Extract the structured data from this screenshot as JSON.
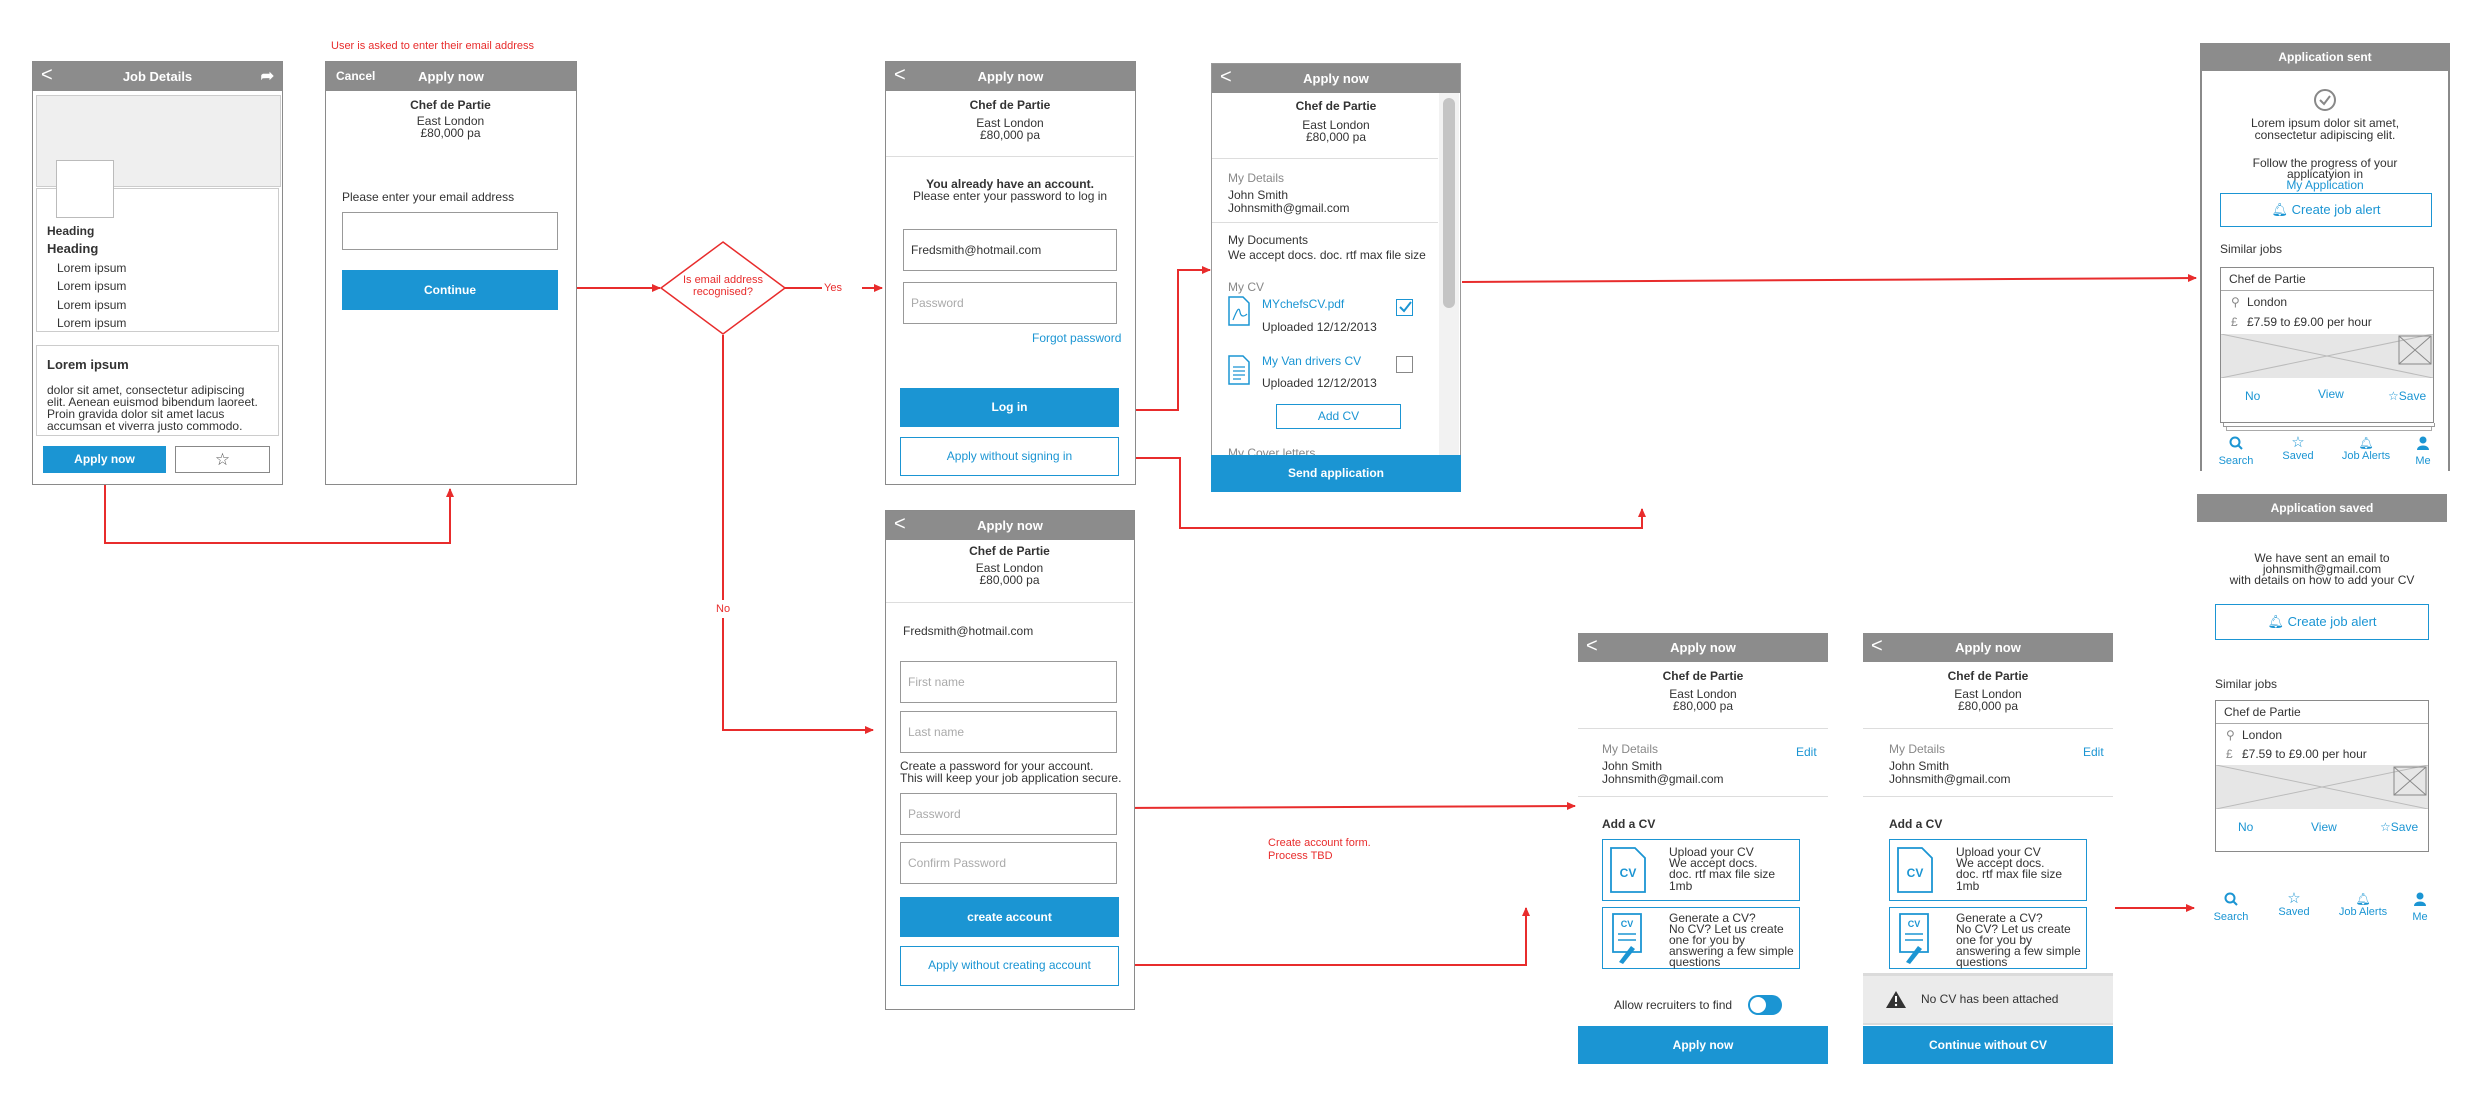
{
  "annotations": {
    "email_prompt": "User is asked to enter their email address",
    "decision": "Is email address recognised?",
    "yes": "Yes",
    "no": "No",
    "create_account_note_1": "Create account form.",
    "create_account_note_2": "Process TBD"
  },
  "job": {
    "title": "Chef de Partie",
    "location": "East London",
    "salary": "£80,000 pa"
  },
  "s1": {
    "header": "Job Details",
    "heading1": "Heading",
    "heading2": "Heading",
    "lorem_items": [
      "Lorem ipsum",
      "Lorem ipsum",
      "Lorem ipsum",
      "Lorem ipsum"
    ],
    "lorem_title": "Lorem ipsum",
    "lorem_body": [
      "dolor sit amet, consectetur adipiscing",
      "elit. Aenean euismod bibendum laoreet.",
      "Proin gravida dolor sit amet lacus",
      "accumsan et viverra justo commodo."
    ],
    "apply": "Apply now"
  },
  "s2": {
    "cancel": "Cancel",
    "header": "Apply now",
    "prompt": "Please enter your email address",
    "continue": "Continue"
  },
  "s3": {
    "header": "Apply now",
    "notice_bold": "You already have an account.",
    "notice": "Please enter your password to log in",
    "email_value": "Fredsmith@hotmail.com",
    "password_ph": "Password",
    "forgot": "Forgot password",
    "login": "Log in",
    "apply_without": "Apply without signing in"
  },
  "s4": {
    "header": "Apply now",
    "my_details": "My Details",
    "name": "John Smith",
    "email": "Johnsmith@gmail.com",
    "my_documents": "My Documents",
    "doc_types": "We accept docs. doc. rtf max file size",
    "my_cv": "My CV",
    "cv1_name": "MYchefsCV.pdf",
    "cv1_date": "Uploaded 12/12/2013",
    "cv2_name": "My Van drivers CV",
    "cv2_date": "Uploaded 12/12/2013",
    "add_cv": "Add CV",
    "cover_letters": "My Cover letters",
    "send": "Send application"
  },
  "s5": {
    "header": "Apply now",
    "email_value": "Fredsmith@hotmail.com",
    "first_name_ph": "First name",
    "last_name_ph": "Last name",
    "pw_note_1": "Create a password for your account.",
    "pw_note_2": "This will keep your job application secure.",
    "password_ph": "Password",
    "confirm_ph": "Confirm Password",
    "create": "create account",
    "apply_without": "Apply without creating account"
  },
  "s6": {
    "header": "Apply now",
    "my_details": "My Details",
    "edit": "Edit",
    "name": "John Smith",
    "email": "Johnsmith@gmail.com",
    "add_cv": "Add a CV",
    "upload_lines": [
      "Upload your CV",
      "We accept docs.",
      "doc. rtf max file size",
      "1mb"
    ],
    "generate_lines": [
      "Generate a  CV?",
      "No CV? Let us create",
      "one for you by",
      "answering a few simple",
      "questions"
    ],
    "allow": "Allow recruiters to find",
    "apply": "Apply now",
    "cv_icon": "CV"
  },
  "s7": {
    "header": "Apply now",
    "my_details": "My Details",
    "edit": "Edit",
    "name": "John Smith",
    "email": "Johnsmith@gmail.com",
    "add_cv": "Add a CV",
    "upload_lines": [
      "Upload your CV",
      "We accept docs.",
      "doc. rtf max file size",
      "1mb"
    ],
    "generate_lines": [
      "Generate a  CV?",
      "No CV? Let us create",
      "one for you by",
      "answering a few simple",
      "questions"
    ],
    "warning": "No CV has been attached",
    "continue": "Continue without CV",
    "cv_icon": "CV"
  },
  "s8": {
    "header": "Application sent",
    "line1": "Lorem ipsum dolor sit amet,",
    "line2": "consectetur adipiscing elit.",
    "line3": "Follow the progress of your",
    "line4": "applicatyion in",
    "link": "My Application",
    "alert": "Create job alert",
    "similar": "Similar jobs",
    "job_title": "Chef de Partie",
    "job_loc": "London",
    "job_pay": "£7.59 to £9.00 per hour",
    "no": "No",
    "view": "View",
    "save": "Save",
    "pin": "⚲",
    "pound": "£",
    "star": "☆"
  },
  "s9": {
    "header": "Application saved",
    "line1": "We have sent an email to",
    "line2": "johnsmith@gmail.com",
    "line3": "with details on how to add your CV",
    "alert": "Create job alert",
    "similar": "Similar jobs",
    "job_title": "Chef de Partie",
    "job_loc": "London",
    "job_pay": "£7.59 to £9.00 per hour",
    "no": "No",
    "view": "View",
    "save": "Save",
    "pin": "⚲",
    "pound": "£",
    "star": "☆"
  },
  "tabs": [
    "Search",
    "Saved",
    "Job Alerts",
    "Me"
  ],
  "colors": {
    "accent": "#1b95d3",
    "arrow": "#e82c2c",
    "header": "#8c8c8c"
  }
}
